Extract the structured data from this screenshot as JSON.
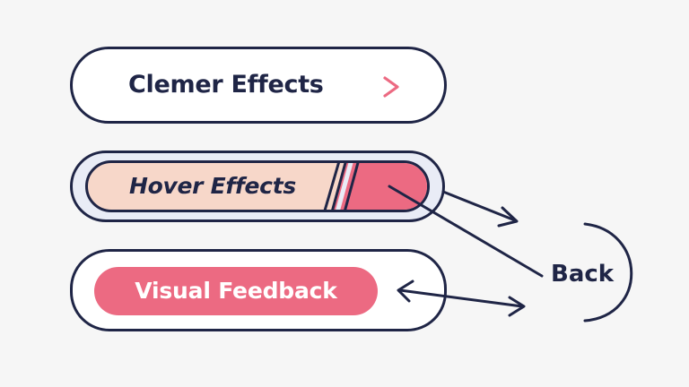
{
  "buttons": {
    "default": {
      "label": "Clemer Effects",
      "icon": "chevron-right-icon"
    },
    "hover": {
      "label": "Hover Effects"
    },
    "feedback": {
      "label": "Visual Feedback"
    }
  },
  "annotation": {
    "back_label": "Back"
  },
  "colors": {
    "ink": "#1f2546",
    "accent_pink": "#ec6a82",
    "peach": "#f7d7c9",
    "lavender": "#e9ecf6",
    "background": "#f6f6f6"
  }
}
